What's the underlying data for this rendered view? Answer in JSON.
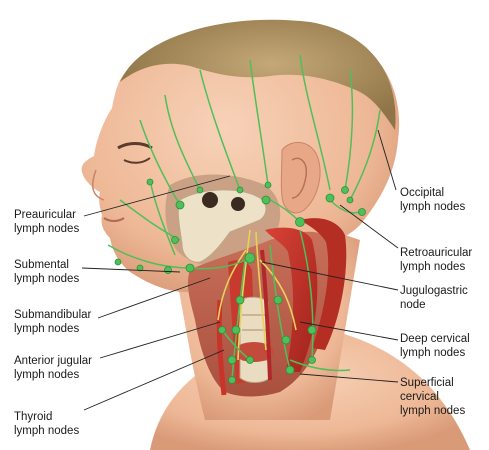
{
  "diagram": {
    "labels_left": [
      {
        "id": "preauricular",
        "text": "Preauricular\nlymph nodes"
      },
      {
        "id": "submental",
        "text": "Submental\nlymph nodes"
      },
      {
        "id": "submandibular",
        "text": "Submandibular\nlymph nodes"
      },
      {
        "id": "anterior_jugular",
        "text": "Anterior jugular\nlymph nodes"
      },
      {
        "id": "thyroid",
        "text": "Thyroid\nlymph nodes"
      }
    ],
    "labels_right": [
      {
        "id": "occipital",
        "text": "Occipital\nlymph nodes"
      },
      {
        "id": "retroauricular",
        "text": "Retroauricular\nlymph nodes"
      },
      {
        "id": "jugulogastric",
        "text": "Jugulogastric\nnode"
      },
      {
        "id": "deep_cervical",
        "text": "Deep cervical\nlymph nodes"
      },
      {
        "id": "superficial_cervical",
        "text": "Superficial\ncervical\nlymph nodes"
      }
    ],
    "colors": {
      "skin": "#f2c4a6",
      "skin_shadow": "#d9987a",
      "hair": "#b79a6a",
      "lymph": "#4fbf5a",
      "muscle": "#c8342a",
      "bone": "#e9dcc0",
      "nerve": "#e6d25a",
      "leader_line": "#222222"
    }
  }
}
